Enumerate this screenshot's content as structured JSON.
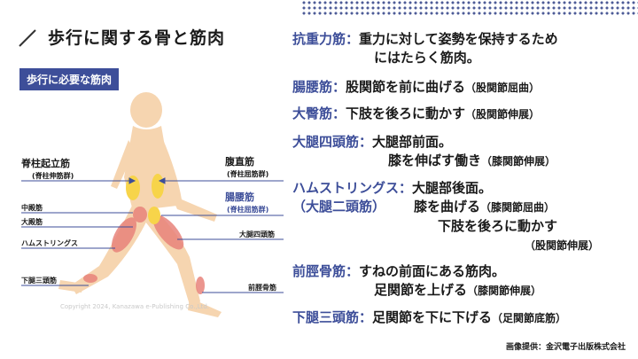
{
  "title": "歩行に関する骨と筋肉",
  "figure_label": "歩行に必要な筋肉",
  "figure_labels": {
    "sekichu_kiritsu": "脊柱起立筋",
    "sekichu_kiritsu_sub": "(脊柱伸筋群)",
    "chudenkin": "中殿筋",
    "daidenkin": "大殿筋",
    "hamstrings": "ハムストリングス",
    "kataisantokin": "下腿三頭筋",
    "fukuchokukin": "腹直筋",
    "fukuchokukin_sub": "(脊柱屈筋群)",
    "choyokin": "腸腰筋",
    "choyokin_sub": "(脊柱屈筋群)",
    "daitaishitoukin": "大腿四頭筋",
    "zenkeikotsukin": "前脛骨筋"
  },
  "copyright": "Copyright 2024, Kanazawa e-Publishing Co.,Ltd.",
  "descriptions": {
    "d1_term": "抗重力筋：",
    "d1_l1": "重力に対して姿勢を保持するため",
    "d1_l2": "にはたらく筋肉。",
    "d2_term": "腸腰筋：",
    "d2_text": "股関節を前に曲げる",
    "d2_note": "（股関節屈曲）",
    "d3_term": "大臀筋：",
    "d3_text": "下肢を後ろに動かす",
    "d3_note": "（股関節伸展）",
    "d4_term": "大腿四頭筋：",
    "d4_l1": "大腿部前面。",
    "d4_l2": "膝を伸ばす働き",
    "d4_note": "（膝関節伸展）",
    "d5_term1": "ハムストリングス：",
    "d5_term2": "（大腿二頭筋）",
    "d5_l1": "大腿部後面。",
    "d5_l2": "膝を曲げる",
    "d5_note2": "（膝関節屈曲）",
    "d5_l3": "下肢を後ろに動かす",
    "d5_note3": "（股関節伸展）",
    "d6_term": "前脛骨筋：",
    "d6_l1": "すねの前面にある筋肉。",
    "d6_l2": "足関節を上げる",
    "d6_note": "（膝関節伸展）",
    "d7_term": "下腿三頭筋：",
    "d7_text": "足関節を下に下げる",
    "d7_note": "（足関節底筋）"
  },
  "credit": "画像提供：金沢電子出版株式会社",
  "colors": {
    "accent": "#3d4e99",
    "skin": "#f6d5b0",
    "muscle": "#e8837b",
    "highlight": "#f7d44a"
  }
}
